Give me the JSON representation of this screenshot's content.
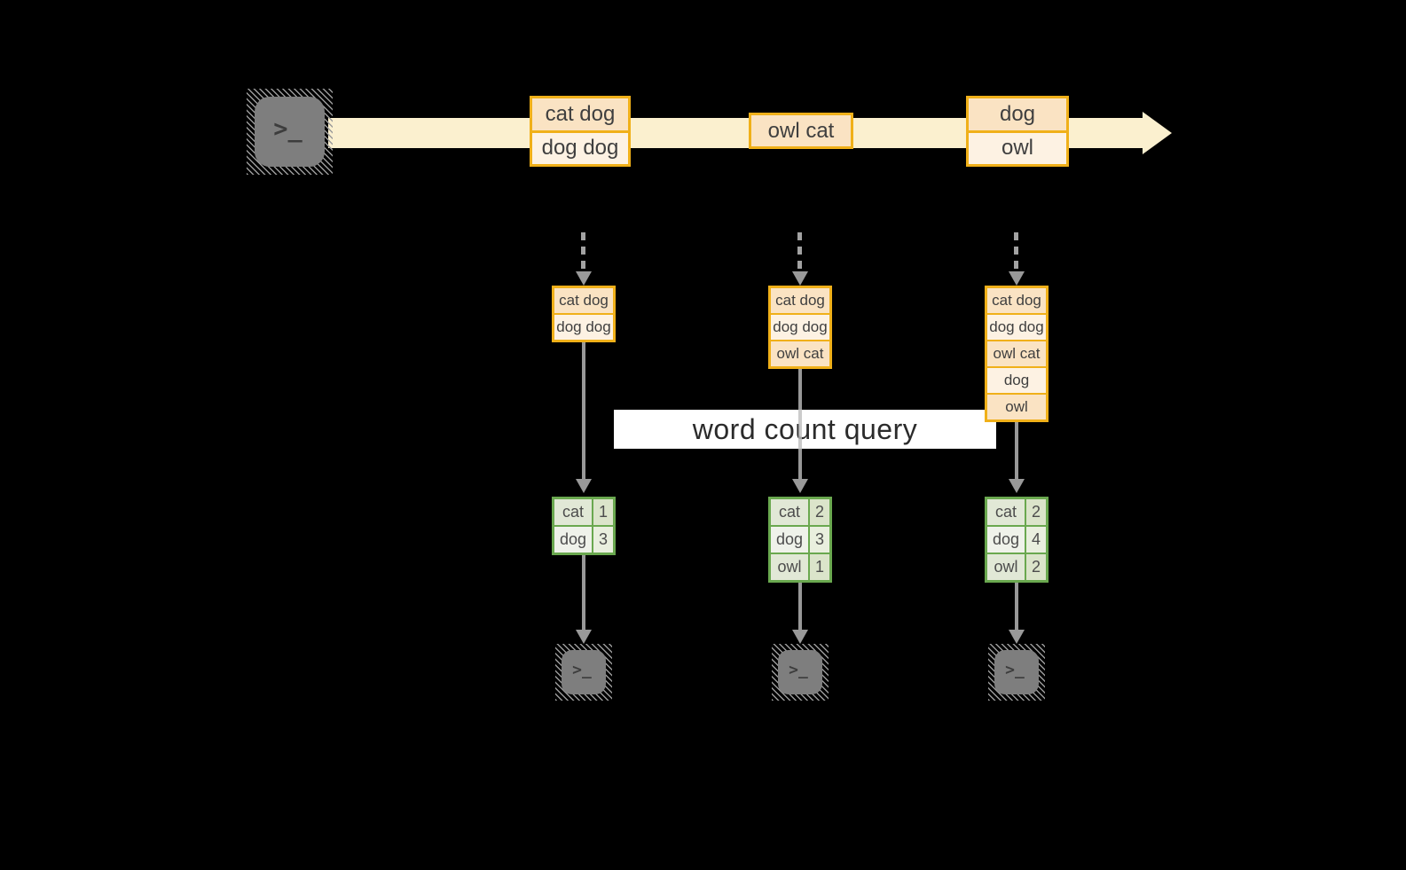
{
  "banner": {
    "label": "word count query"
  },
  "terminal": {
    "prompt": ">_"
  },
  "stream": {
    "records": [
      {
        "lines": [
          "cat dog",
          "dog dog"
        ]
      },
      {
        "lines": [
          "owl cat"
        ]
      },
      {
        "lines": [
          "dog",
          "owl"
        ]
      }
    ]
  },
  "workers": [
    {
      "buffer": [
        "cat dog",
        "dog dog"
      ],
      "counts": [
        {
          "word": "cat",
          "count": "1"
        },
        {
          "word": "dog",
          "count": "3"
        }
      ]
    },
    {
      "buffer": [
        "cat dog",
        "dog dog",
        "owl cat"
      ],
      "counts": [
        {
          "word": "cat",
          "count": "2"
        },
        {
          "word": "dog",
          "count": "3"
        },
        {
          "word": "owl",
          "count": "1"
        }
      ]
    },
    {
      "buffer": [
        "cat dog",
        "dog dog",
        "owl cat",
        "dog",
        "owl"
      ],
      "counts": [
        {
          "word": "cat",
          "count": "2"
        },
        {
          "word": "dog",
          "count": "4"
        },
        {
          "word": "owl",
          "count": "2"
        }
      ]
    }
  ],
  "colors": {
    "background": "#000000",
    "stream_band": "#fbf0cf",
    "record_border": "#f0b019",
    "record_fill_dark": "#fae3c3",
    "record_fill_light": "#fdf2e3",
    "table_border": "#6aa84f",
    "connector": "#999999",
    "terminal_body": "#7e7e7e",
    "banner_background": "#ffffff"
  }
}
